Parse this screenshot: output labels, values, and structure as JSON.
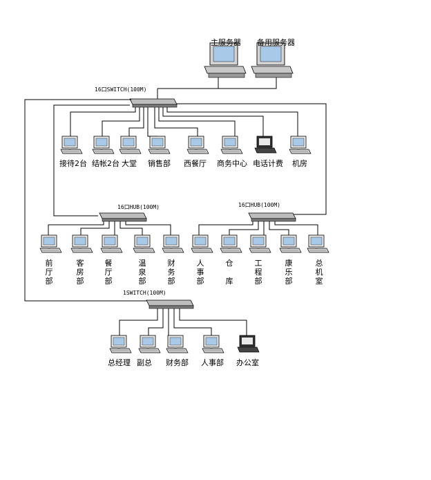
{
  "servers": {
    "main": "主服务器",
    "backup": "备用服务器"
  },
  "devices": {
    "main_switch": "16口SWITCH(100M)",
    "hub_left": "16口HUB(100M)",
    "hub_right": "16口HUB(100M)",
    "bottom_switch": "1SWITCH(100M)"
  },
  "row1": [
    "接待2台",
    "结帐2台",
    "大堂",
    "销售部",
    "西餐厅",
    "商务中心",
    "电话计费",
    "机房"
  ],
  "row2": [
    "前厅部",
    "客房部",
    "餐厅部",
    "温泉部",
    "财务部",
    "人事部",
    "仓 库",
    "工程部",
    "康乐部",
    "总机室"
  ],
  "row3": [
    "总经理",
    "副总",
    "财务部",
    "人事部",
    "办公室"
  ]
}
